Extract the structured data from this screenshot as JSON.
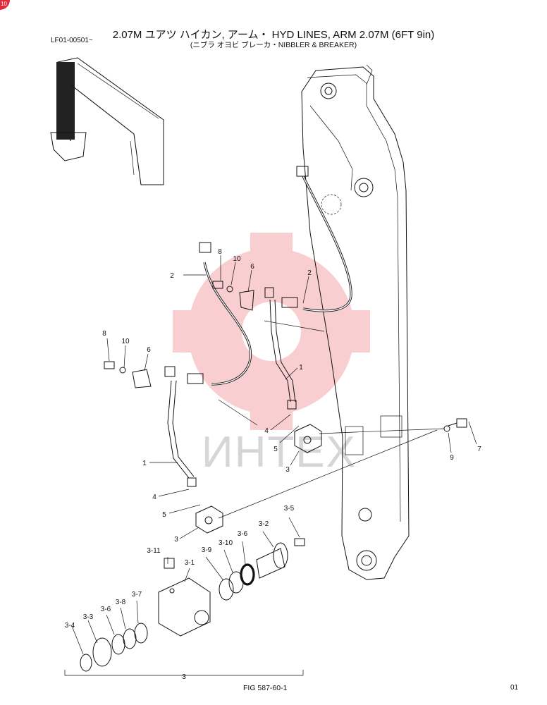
{
  "header": {
    "code": "LF01-00501~",
    "title": "2.07M ユアツ ハイカン, アーム・ HYD LINES, ARM 2.07M (6FT 9in)",
    "subtitle": "(ニブラ オヨビ ブレーカ・NIBBLER & BREAKER)"
  },
  "footer": {
    "figure": "FIG 587-60-1",
    "page": "01"
  },
  "corner_badge": "10",
  "watermark": {
    "text": "ИНТЕХ",
    "color": "#e8242c"
  },
  "callouts": {
    "top_hose_1": "8",
    "top_hose_2": "10",
    "top_hose_3": "6",
    "top_hose_4": "2",
    "top_hose_5": "2",
    "left_1": "8",
    "left_2": "10",
    "left_3": "6",
    "pipe_right": "1",
    "fit_right_1": "4",
    "fit_right_2": "5",
    "fit_right_3": "3",
    "bolt_right": "7",
    "washer_right": "9",
    "pipe_left": "1",
    "fit_left_1": "4",
    "fit_left_2": "5",
    "fit_left_3": "3",
    "d_3_5": "3-5",
    "d_3_2": "3-2",
    "d_3_6a": "3-6",
    "d_3_10": "3-10",
    "d_3_9": "3-9",
    "d_3_11": "3-11",
    "d_3_1": "3-1",
    "d_3_7": "3-7",
    "d_3_8": "3-8",
    "d_3_6b": "3-6",
    "d_3_3": "3-3",
    "d_3_4": "3-4",
    "group_3": "3"
  }
}
